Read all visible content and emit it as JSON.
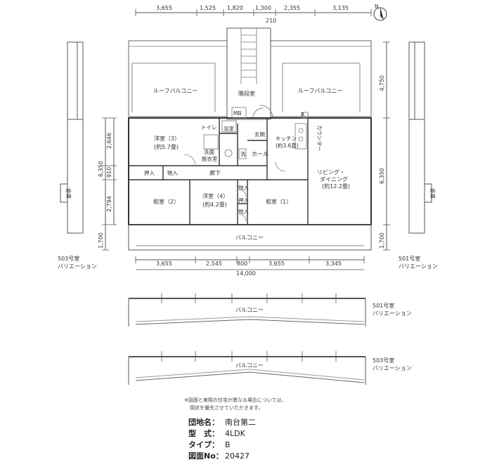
{
  "dimensions": {
    "top": [
      "3,655",
      "1,525",
      "1,820",
      "1,300",
      "2,355",
      "3,135"
    ],
    "top_sub": "210",
    "bottom": [
      "3,655",
      "2,545",
      "800",
      "3,655",
      "3,345"
    ],
    "bottom_total": "14,000",
    "left": [
      "2,646",
      "910",
      "2,794",
      "1,700"
    ],
    "left_total": "6,350",
    "right_top": "4,750",
    "right": [
      "6,350",
      "1,700"
    ]
  },
  "compass": "N",
  "rooms": {
    "roof_balcony_left": "ルーフバルコニー",
    "roof_balcony_right": "ルーフバルコニー",
    "stairs": "階段室",
    "mb": "MB",
    "toilet": "トイレ",
    "bath": "浴室",
    "entrance": "玄関",
    "kitchen": "キッチン",
    "kitchen_size": "(約3.6畳)",
    "counter": "カウンター",
    "western3": "洋室（3）",
    "western3_size": "(約5.7畳)",
    "washroom": "洗面\n脱衣室",
    "washroom_l1": "洗面",
    "washroom_l2": "脱衣室",
    "washer": "洗",
    "hall": "ホール",
    "living1": "リビング・",
    "living2": "ダイニング",
    "living_size": "(約12.2畳)",
    "closet": "押入",
    "storage": "物入",
    "corridor": "廊下",
    "japanese2": "和室（2）",
    "western4": "洋室（4）",
    "western4_size": "(約4.2畳)",
    "japanese1": "和室（1）",
    "balcony": "バルコニー",
    "storeroom": "倉庫",
    "refrigerator": "R"
  },
  "variations": {
    "room503": "503号室",
    "room501": "501号室",
    "variation": "バリエーション",
    "balcony": "バルコニー"
  },
  "note": {
    "line1": "※図面と実際の住宅が異なる場合については、",
    "line2": "現状を優先させていただきます。"
  },
  "info": {
    "estate_label": "団地名：",
    "estate_value": "南台第二",
    "layout_label": "型　式：",
    "layout_value": "4LDK",
    "type_label": "タイプ：",
    "type_value": "B",
    "drawing_label": "図面No：",
    "drawing_value": "20427"
  }
}
